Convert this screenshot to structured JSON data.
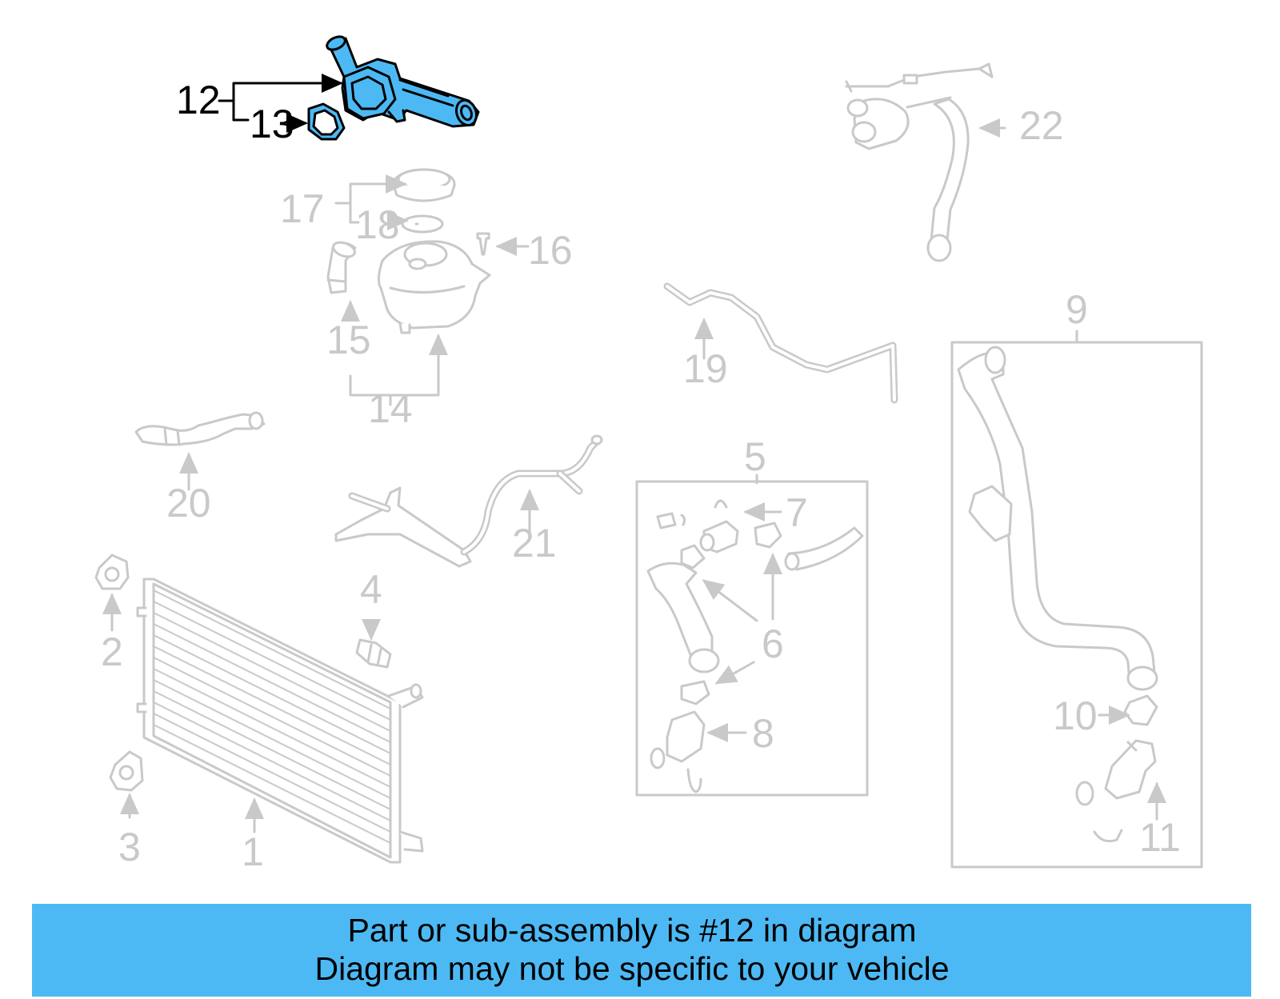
{
  "highlight_color": "#4db9f4",
  "ghost_color": "#c9c9c9",
  "callouts": {
    "c1": "1",
    "c2": "2",
    "c3": "3",
    "c4": "4",
    "c5": "5",
    "c6": "6",
    "c7": "7",
    "c8": "8",
    "c9": "9",
    "c10": "10",
    "c11": "11",
    "c12": "12",
    "c13": "13",
    "c14": "14",
    "c15": "15",
    "c16": "16",
    "c17": "17",
    "c18": "18",
    "c19": "19",
    "c20": "20",
    "c21": "21",
    "c22": "22"
  },
  "banner": {
    "line1": "Part or sub-assembly is #12 in diagram",
    "line2": "Diagram may not be specific to your vehicle"
  }
}
